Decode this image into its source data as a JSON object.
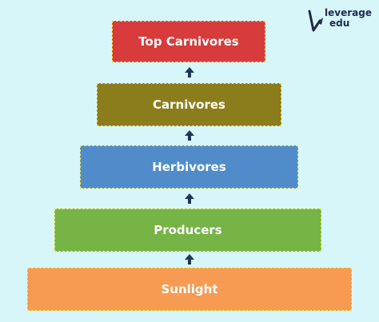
{
  "logo": {
    "line1": "leverage",
    "line2": "edu",
    "icon": "rocket-v-icon",
    "color": "#1f2a4d"
  },
  "levels": [
    {
      "label": "Top Carnivores",
      "color": "#d83b3b"
    },
    {
      "label": "Carnivores",
      "color": "#8b7d1c"
    },
    {
      "label": "Herbivores",
      "color": "#4f8cc9"
    },
    {
      "label": "Producers",
      "color": "#76b445"
    },
    {
      "label": "Sunlight",
      "color": "#f79a52"
    }
  ],
  "arrow_color": "#1f3657",
  "background": "#d7f6fa"
}
